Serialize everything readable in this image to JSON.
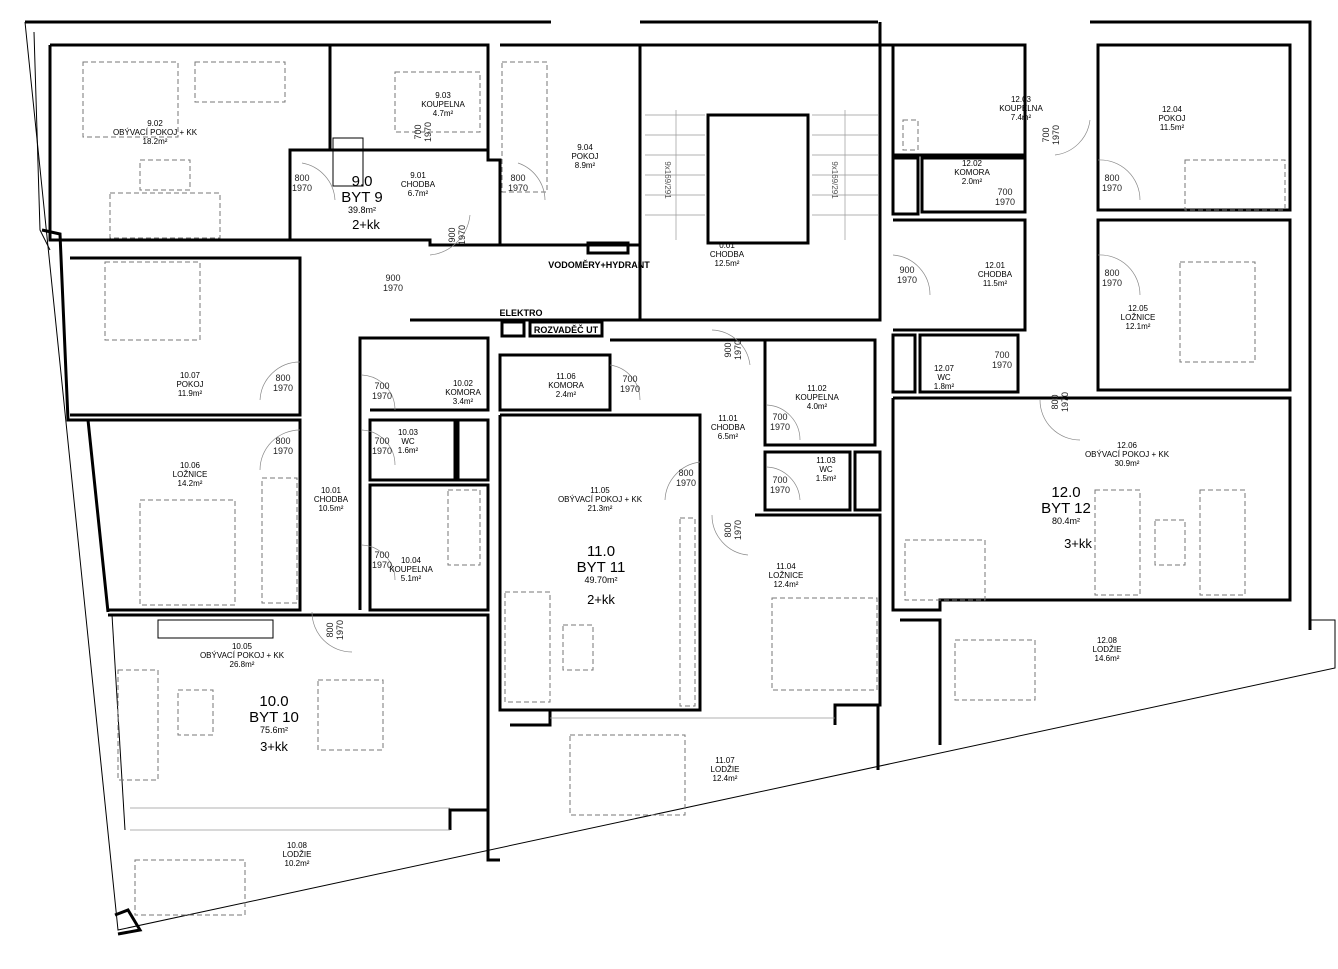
{
  "plan": {
    "apartments": [
      {
        "number": "9.0",
        "name": "BYT 9",
        "area": "39.8m²",
        "type": "2+kk"
      },
      {
        "number": "10.0",
        "name": "BYT 10",
        "area": "75.6m²",
        "type": "3+kk"
      },
      {
        "number": "11.0",
        "name": "BYT 11",
        "area": "49.70m²",
        "type": "2+kk"
      },
      {
        "number": "12.0",
        "name": "BYT 12",
        "area": "80.4m²",
        "type": "3+kk"
      }
    ],
    "rooms": [
      {
        "id": "9.02",
        "name": "OBÝVACÍ POKOJ + KK",
        "area": "18.2m²"
      },
      {
        "id": "9.03",
        "name": "KOUPELNA",
        "area": "4.7m²"
      },
      {
        "id": "9.01",
        "name": "CHODBA",
        "area": "6.7m²"
      },
      {
        "id": "9.04",
        "name": "POKOJ",
        "area": "8.9m²"
      },
      {
        "id": "0.01",
        "name": "CHODBA",
        "area": "12.5m²"
      },
      {
        "id": "12.03",
        "name": "KOUPELNA",
        "area": "7.4m²"
      },
      {
        "id": "12.04",
        "name": "POKOJ",
        "area": "11.5m²"
      },
      {
        "id": "12.02",
        "name": "KOMORA",
        "area": "2.0m²"
      },
      {
        "id": "12.01",
        "name": "CHODBA",
        "area": "11.5m²"
      },
      {
        "id": "12.05",
        "name": "LOŽNICE",
        "area": "12.1m²"
      },
      {
        "id": "12.07",
        "name": "WC",
        "area": "1.8m²"
      },
      {
        "id": "12.06",
        "name": "OBÝVACÍ POKOJ + KK",
        "area": "30.9m²"
      },
      {
        "id": "12.08",
        "name": "LODŽIE",
        "area": "14.6m²"
      },
      {
        "id": "10.07",
        "name": "POKOJ",
        "area": "11.9m²"
      },
      {
        "id": "10.02",
        "name": "KOMORA",
        "area": "3.4m²"
      },
      {
        "id": "11.06",
        "name": "KOMORA",
        "area": "2.4m²"
      },
      {
        "id": "11.01",
        "name": "CHODBA",
        "area": "6.5m²"
      },
      {
        "id": "11.02",
        "name": "KOUPELNA",
        "area": "4.0m²"
      },
      {
        "id": "10.03",
        "name": "WC",
        "area": "1.6m²"
      },
      {
        "id": "10.06",
        "name": "LOŽNICE",
        "area": "14.2m²"
      },
      {
        "id": "10.01",
        "name": "CHODBA",
        "area": "10.5m²"
      },
      {
        "id": "11.05",
        "name": "OBÝVACÍ POKOJ + KK",
        "area": "21.3m²"
      },
      {
        "id": "11.03",
        "name": "WC",
        "area": "1.5m²"
      },
      {
        "id": "10.04",
        "name": "KOUPELNA",
        "area": "5.1m²"
      },
      {
        "id": "11.04",
        "name": "LOŽNICE",
        "area": "12.4m²"
      },
      {
        "id": "10.05",
        "name": "OBÝVACÍ POKOJ + KK",
        "area": "26.8m²"
      },
      {
        "id": "11.07",
        "name": "LODŽIE",
        "area": "12.4m²"
      },
      {
        "id": "10.08",
        "name": "LODŽIE",
        "area": "10.2m²"
      }
    ],
    "tags": {
      "water": "VODOMĚRY+HYDRANT",
      "electro": "ELEKTRO",
      "heating": "ROZVADĚČ UT"
    },
    "stairs": [
      "9x169/291",
      "9x169/291"
    ],
    "door_height": "1970",
    "doors": [
      "800",
      "700",
      "800",
      "900",
      "900",
      "700",
      "700",
      "800",
      "900",
      "800",
      "700",
      "800",
      "800",
      "800",
      "700",
      "700",
      "700",
      "800",
      "700",
      "900",
      "700",
      "800",
      "700",
      "800"
    ]
  }
}
